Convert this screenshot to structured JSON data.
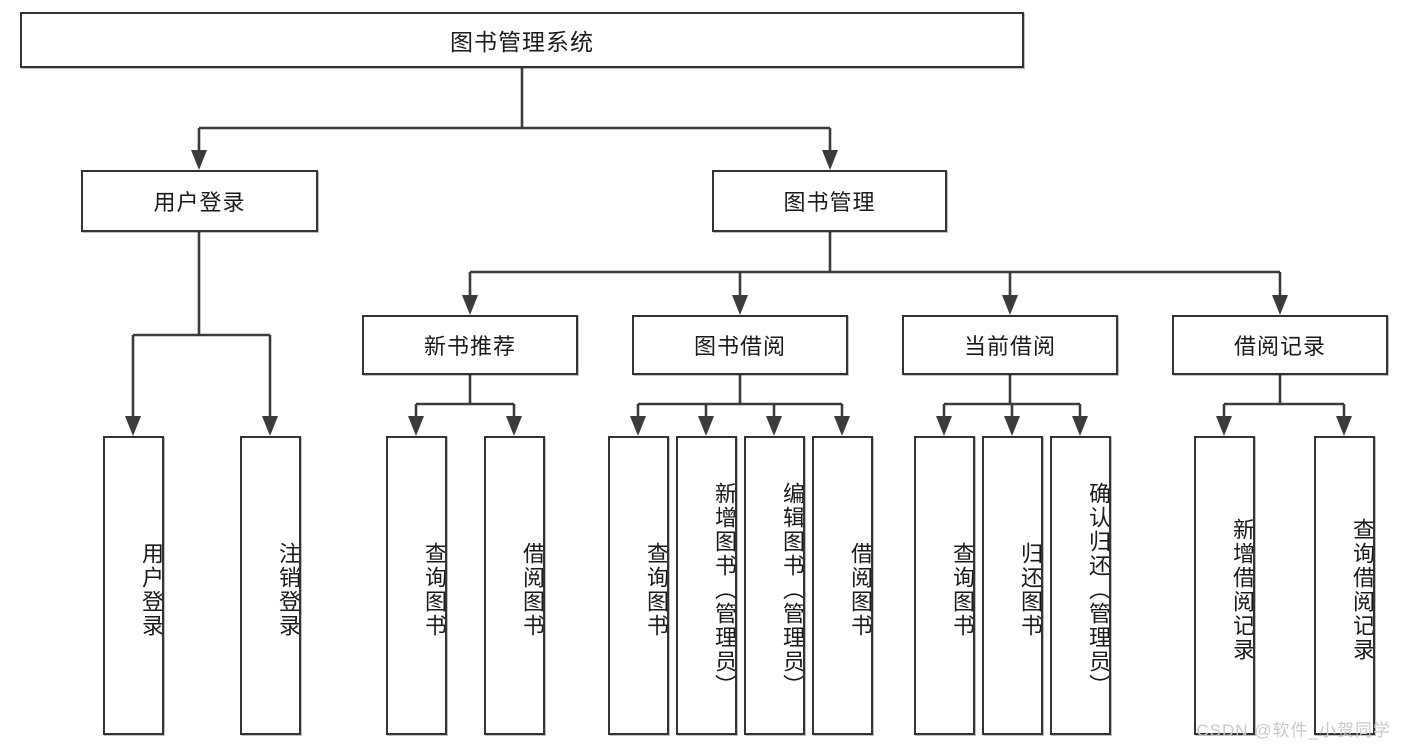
{
  "diagram": {
    "title": "图书管理系统",
    "type": "tree",
    "watermark": "CSDN @软件_小贺同学",
    "colors": {
      "stroke": "#3b3b3b",
      "box_border": "#333333",
      "background": "#ffffff",
      "text": "#1a1a1a",
      "watermark": "#c9c9c9"
    },
    "root": {
      "label": "图书管理系统"
    },
    "level2": [
      {
        "label": "用户登录"
      },
      {
        "label": "图书管理"
      }
    ],
    "level3": [
      {
        "label": "新书推荐"
      },
      {
        "label": "图书借阅"
      },
      {
        "label": "当前借阅"
      },
      {
        "label": "借阅记录"
      }
    ],
    "leaves": {
      "user_login": [
        {
          "label": "用户登录"
        },
        {
          "label": "注销登录"
        }
      ],
      "new_book_recommend": [
        {
          "label": "查询图书"
        },
        {
          "label": "借阅图书"
        }
      ],
      "book_borrow": [
        {
          "label": "查询图书"
        },
        {
          "label": "新增图书（管理员）"
        },
        {
          "label": "编辑图书（管理员）"
        },
        {
          "label": "借阅图书"
        }
      ],
      "current_borrow": [
        {
          "label": "查询图书"
        },
        {
          "label": "归还图书"
        },
        {
          "label": "确认归还（管理员）"
        }
      ],
      "borrow_record": [
        {
          "label": "新增借阅记录"
        },
        {
          "label": "查询借阅记录"
        }
      ]
    }
  }
}
